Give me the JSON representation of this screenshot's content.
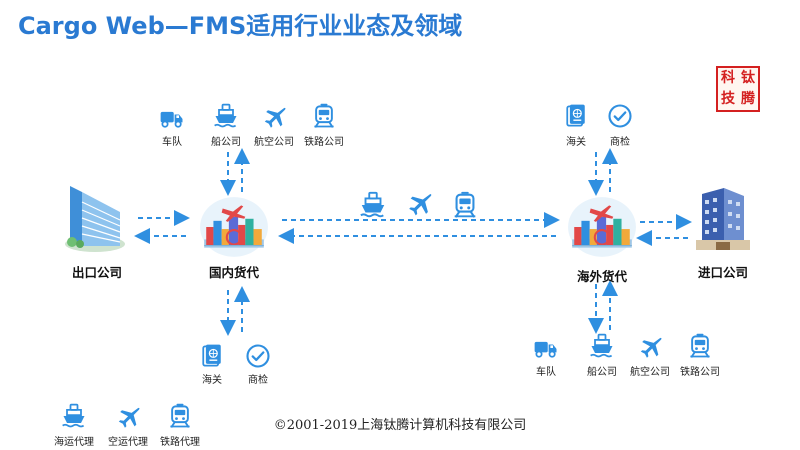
{
  "title": "Cargo Web—FMS适用行业业态及领域",
  "colors": {
    "accent": "#2a7ad2",
    "icon_blue": "#2f8fe0",
    "seal_red": "#d42020"
  },
  "top_left_services": [
    {
      "icon": "truck-icon",
      "label": "车队"
    },
    {
      "icon": "ship-icon",
      "label": "船公司"
    },
    {
      "icon": "plane-icon",
      "label": "航空公司"
    },
    {
      "icon": "train-icon",
      "label": "铁路公司"
    }
  ],
  "bottom_left_services": [
    {
      "icon": "passport-icon",
      "label": "海关"
    },
    {
      "icon": "check-icon",
      "label": "商检"
    }
  ],
  "top_right_services": [
    {
      "icon": "passport-icon",
      "label": "海关"
    },
    {
      "icon": "check-icon",
      "label": "商检"
    }
  ],
  "bottom_right_services": [
    {
      "icon": "truck-icon",
      "label": "车队"
    },
    {
      "icon": "ship-icon",
      "label": "船公司"
    },
    {
      "icon": "plane-icon",
      "label": "航空公司"
    },
    {
      "icon": "train-icon",
      "label": "铁路公司"
    }
  ],
  "nodes": {
    "exporter": "出口公司",
    "domestic_forwarder": "国内货代",
    "overseas_forwarder": "海外货代",
    "importer": "进口公司"
  },
  "agents": [
    {
      "icon": "ship-icon",
      "label": "海运代理"
    },
    {
      "icon": "plane-icon",
      "label": "空运代理"
    },
    {
      "icon": "train-icon",
      "label": "铁路代理"
    }
  ],
  "seal_text": [
    "钛",
    "科",
    "腾",
    "技"
  ],
  "copyright": "©2001-2019上海钛腾计算机科技有限公司"
}
